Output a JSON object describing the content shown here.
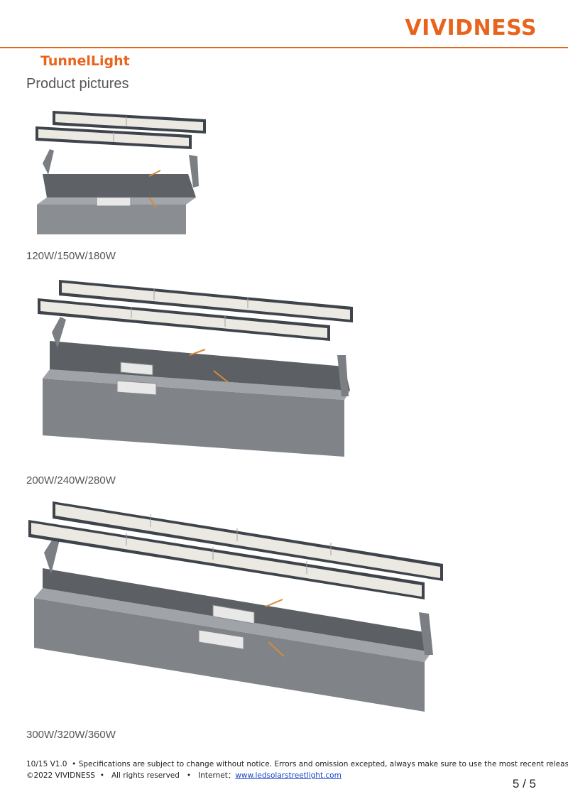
{
  "header": {
    "brand": "VIVIDNESS"
  },
  "section": {
    "title": "TunnelLight",
    "subtitle": "Product pictures"
  },
  "products": [
    {
      "caption": "120W/150W/180W"
    },
    {
      "caption": "200W/240W/280W"
    },
    {
      "caption": "300W/320W/360W"
    }
  ],
  "footer": {
    "version": "10/15 V1.0",
    "bullet": "•",
    "notice": "Specifications are subject to change without notice. Errors and omission excepted, always make sure to use the most recent release.",
    "copyright": "©2022 VIVIDNESS",
    "rights": "All rights reserved",
    "internet_label": "Internet：",
    "website": "www.ledsolarstreetlight.com"
  },
  "page": {
    "number": "5 / 5"
  },
  "colors": {
    "accent": "#e8641d",
    "link": "#1a44c8",
    "fixture_body": "#6f7378",
    "fixture_frame": "#3e444c",
    "led_panel": "#ece9e2"
  }
}
